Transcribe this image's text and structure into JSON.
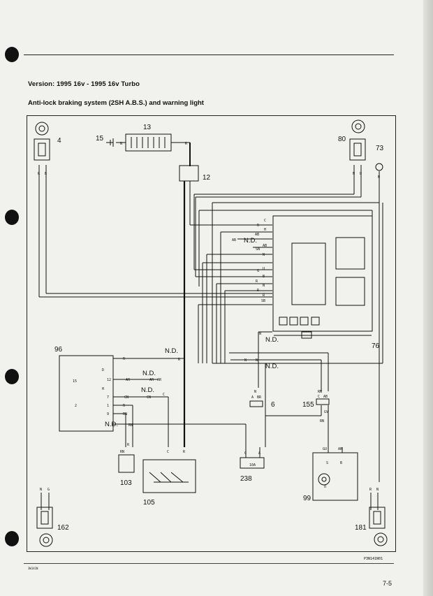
{
  "header": {
    "version": "Version: 1995 16v - 1995 16v Turbo",
    "title": "Anti-lock braking system (2SH A.B.S.) and warning light"
  },
  "components": {
    "c4": "4",
    "c13": "13",
    "c15": "15",
    "c12": "12",
    "c80": "80",
    "c73": "73",
    "c76": "76",
    "c96": "96",
    "c6": "6",
    "c155": "155",
    "c238": "238",
    "c103": "103",
    "c105": "105",
    "c99": "99",
    "c162": "162",
    "c181": "181"
  },
  "wires": {
    "nd": "N.D.",
    "r": "R",
    "b": "B",
    "n": "N",
    "u": "U",
    "c": "C",
    "h": "H",
    "s": "S",
    "v": "V",
    "g": "G",
    "rn": "RN",
    "ab": "AB",
    "ar": "AR",
    "cn": "CN",
    "gv": "GV",
    "gu": "GU",
    "sb": "SB",
    "br": "BR",
    "sn": "SN"
  },
  "module96": {
    "k15": "15",
    "k2": "2",
    "k12": "12",
    "k7": "7",
    "k1": "1",
    "k9": "9",
    "d": "D",
    "h": "H"
  },
  "fuse": "10A",
  "footer": {
    "code": "P3N141N01",
    "left": "3W141N",
    "page": "7-5"
  }
}
